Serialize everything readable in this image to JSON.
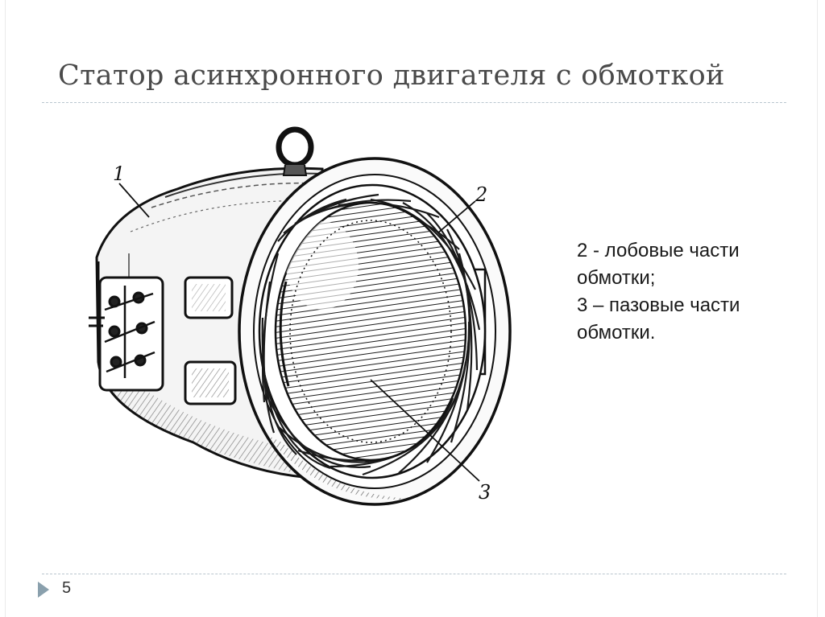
{
  "slide": {
    "title": "Статор асинхронного двигателя с обмоткой",
    "page_number": "5"
  },
  "illustration": {
    "labels": {
      "frame": "1",
      "end_windings": "2",
      "slot_windings": "3"
    }
  },
  "caption": {
    "lines": [
      "2 - лобовые части",
      "обмотки;",
      "3 – пазовые части",
      "обмотки."
    ]
  },
  "colors": {
    "title": "#4a4a4a",
    "rule": "#b9c6cf",
    "marker": "#8aa0ad",
    "ink": "#1a1a1a"
  },
  "icons": {
    "page_marker": "triangle-bullet-icon"
  }
}
